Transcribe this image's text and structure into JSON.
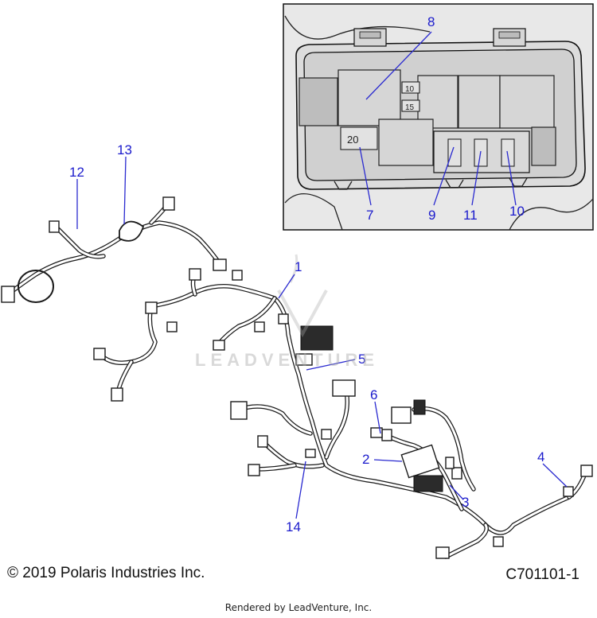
{
  "diagram": {
    "callouts": [
      {
        "id": "c1",
        "label": "1"
      },
      {
        "id": "c2",
        "label": "2"
      },
      {
        "id": "c3",
        "label": "3"
      },
      {
        "id": "c4",
        "label": "4"
      },
      {
        "id": "c5",
        "label": "5"
      },
      {
        "id": "c6",
        "label": "6"
      },
      {
        "id": "c7",
        "label": "7"
      },
      {
        "id": "c8",
        "label": "8"
      },
      {
        "id": "c9",
        "label": "9"
      },
      {
        "id": "c10",
        "label": "10"
      },
      {
        "id": "c11",
        "label": "11"
      },
      {
        "id": "c12",
        "label": "12"
      },
      {
        "id": "c13",
        "label": "13"
      },
      {
        "id": "c14",
        "label": "14"
      }
    ],
    "inset_markings": {
      "fuse_20": "20",
      "fuse_10": "10",
      "fuse_15": "15"
    },
    "watermark": "LEADVENTURE",
    "copyright": "© 2019 Polaris Industries Inc.",
    "figure_code": "C701101-1",
    "footer": "Rendered by LeadVenture, Inc.",
    "colors": {
      "callout": "#1a1acc",
      "line_art": "#1a1a1a",
      "inset_background": "#e6e6e6"
    }
  }
}
